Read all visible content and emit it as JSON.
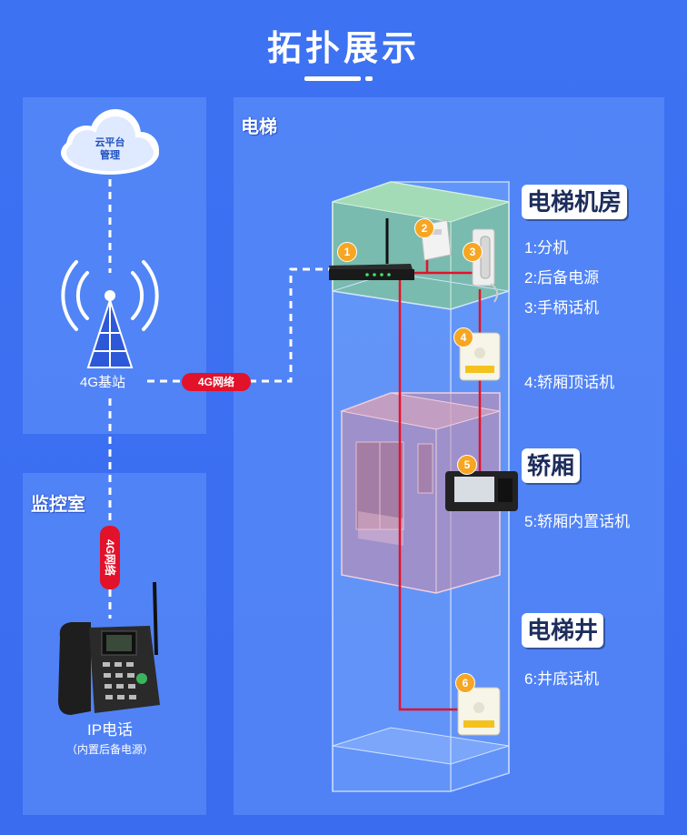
{
  "title": "拓扑展示",
  "sections": {
    "elevator": "电梯",
    "monitor_room": "监控室"
  },
  "cloud": {
    "line1": "云平台",
    "line2": "管理"
  },
  "base_station": "4G基站",
  "network_badge_h": "4G网络",
  "network_badge_v": "4G网络",
  "ip_phone": {
    "label": "IP电话",
    "note": "（内置后备电源）"
  },
  "legend_groups": [
    {
      "title": "电梯机房",
      "items": [
        "1:分机",
        "2:后备电源",
        "3:手柄话机",
        "4:轿厢顶话机"
      ]
    },
    {
      "title": "轿厢",
      "items": [
        "5:轿厢内置话机"
      ]
    },
    {
      "title": "电梯井",
      "items": [
        "6:井底话机"
      ]
    }
  ],
  "badges": [
    "1",
    "2",
    "3",
    "4",
    "5",
    "6"
  ],
  "colors": {
    "background": "#3b6fef",
    "panel": "#73a5ff",
    "network_red": "#e2122a",
    "badge_orange": "#f6a623",
    "machine_room_green": "#7fc29a",
    "cabin_pink": "#c88ea6"
  }
}
